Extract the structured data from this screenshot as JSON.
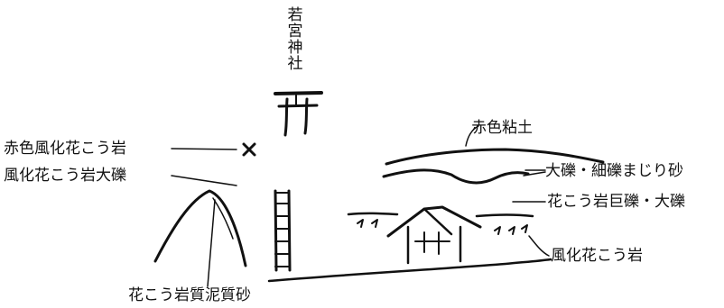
{
  "shrine_name": "若宮神社",
  "labels": {
    "red_weathered_granite": "赤色風化花こう岩",
    "weathered_granite_boulders": "風化花こう岩大礫",
    "granite_muddy_sand": "花こう岩質泥質砂",
    "red_clay": "赤色粘土",
    "gravel_sand": "大礫・細礫まじり砂",
    "granite_boulders": "花こう岩巨礫・大礫",
    "weathered_granite": "風化花こう岩"
  },
  "markers": {
    "sample_point": "×"
  }
}
